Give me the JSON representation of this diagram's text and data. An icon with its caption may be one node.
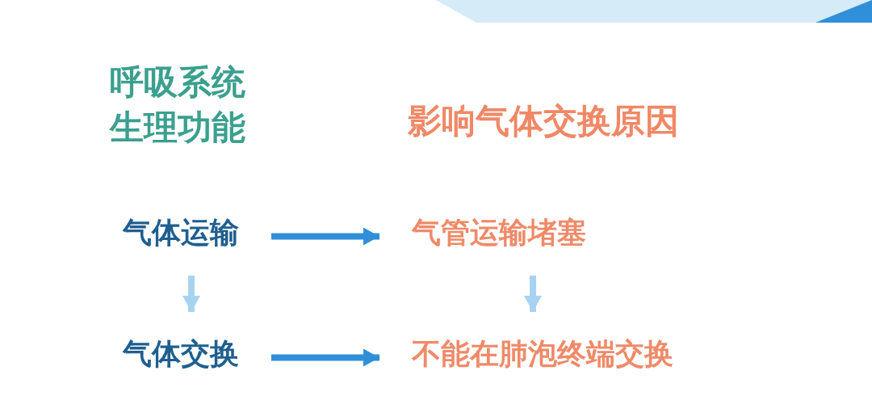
{
  "diagram": {
    "nodes": [
      {
        "text": [
          "气体运输"
        ]
      },
      {
        "text": [
          "气管运输堵塞"
        ]
      },
      {
        "text": [
          "气体交换"
        ]
      },
      {
        "text": [
          "不能在肺泡终端交换"
        ]
      }
    ],
    "edges": [
      {
        "from": 0,
        "to": 1,
        "arrow": "to"
      },
      {
        "from": 0,
        "to": 2,
        "arrow": "to",
        "color": "#a8d3f0"
      },
      {
        "from": 1,
        "to": 3,
        "arrow": "to",
        "color": "#a8d3f0"
      },
      {
        "from": 2,
        "to": 3,
        "arrow": "to"
      }
    ],
    "labels": [
      "呼吸系统生理功能",
      "影响气体交换原因"
    ]
  }
}
